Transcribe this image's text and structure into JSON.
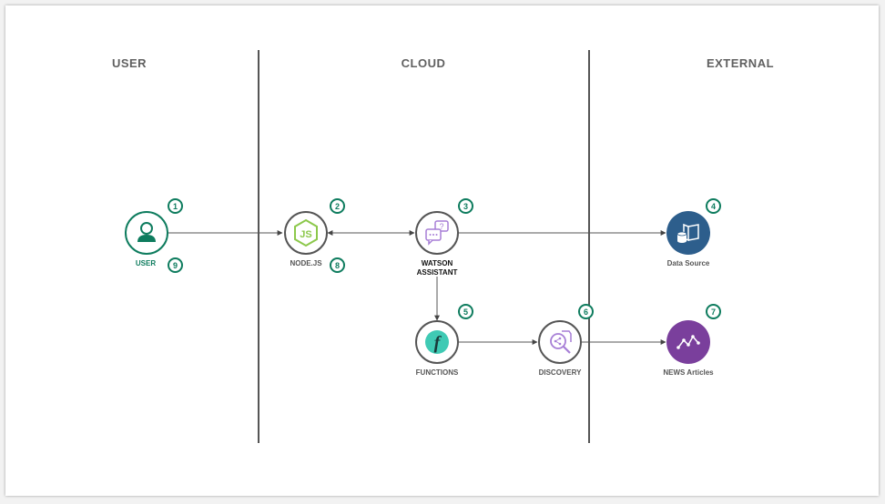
{
  "columns": {
    "user": "USER",
    "cloud": "CLOUD",
    "external": "EXTERNAL"
  },
  "nodes": {
    "user": {
      "label": "USER",
      "icon": "user-icon",
      "color": "#0e7c5e"
    },
    "nodejs": {
      "label": "NODE.JS",
      "icon": "nodejs-icon",
      "color": "#8cc84b"
    },
    "assistant": {
      "label": "WATSON\nASSISTANT",
      "icon": "chat-bubbles-icon",
      "color": "#a77fd6"
    },
    "datasource": {
      "label": "Data Source",
      "icon": "book-database-icon",
      "color": "#2d5e8c"
    },
    "functions": {
      "label": "FUNCTIONS",
      "icon": "functions-icon",
      "color": "#3fcab4"
    },
    "discovery": {
      "label": "DISCOVERY",
      "icon": "discovery-search-icon",
      "color": "#a77fd6"
    },
    "news": {
      "label": "NEWS Articles",
      "icon": "news-graph-icon",
      "color": "#7a3f9c"
    }
  },
  "badges": [
    "1",
    "2",
    "3",
    "4",
    "5",
    "6",
    "7",
    "8",
    "9"
  ],
  "accent": "#0e7c5e"
}
